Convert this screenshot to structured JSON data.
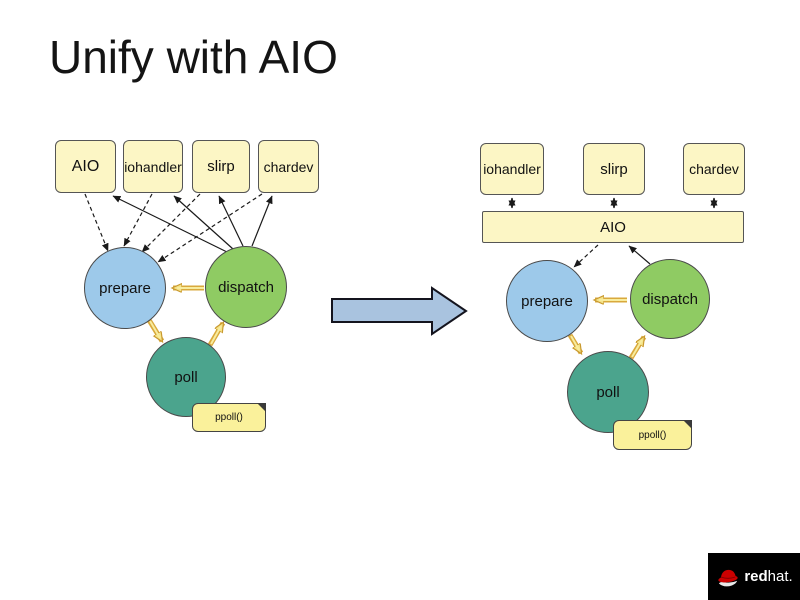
{
  "slide": {
    "title": "Unify with AIO",
    "background": "#ffffff"
  },
  "left_diagram": {
    "boxes": [
      {
        "label": "AIO"
      },
      {
        "label": "iohandler"
      },
      {
        "label": "slirp"
      },
      {
        "label": "chardev"
      }
    ],
    "nodes": {
      "prepare": "prepare",
      "dispatch": "dispatch",
      "poll": "poll"
    },
    "note": "ppoll()",
    "edges": [
      {
        "from": "AIO",
        "to": "prepare",
        "style": "dashed-black"
      },
      {
        "from": "iohandler",
        "to": "prepare",
        "style": "dashed-black"
      },
      {
        "from": "slirp",
        "to": "prepare",
        "style": "dashed-black"
      },
      {
        "from": "chardev",
        "to": "prepare",
        "style": "dashed-black"
      },
      {
        "from": "dispatch",
        "to": "AIO",
        "style": "solid-black"
      },
      {
        "from": "dispatch",
        "to": "iohandler",
        "style": "solid-black"
      },
      {
        "from": "dispatch",
        "to": "slirp",
        "style": "solid-black"
      },
      {
        "from": "dispatch",
        "to": "chardev",
        "style": "solid-black"
      },
      {
        "from": "dispatch",
        "to": "prepare",
        "style": "yellow"
      },
      {
        "from": "prepare",
        "to": "poll",
        "style": "yellow"
      },
      {
        "from": "poll",
        "to": "dispatch",
        "style": "yellow"
      }
    ]
  },
  "transition_arrow": {
    "direction": "right"
  },
  "right_diagram": {
    "boxes": [
      {
        "label": "iohandler"
      },
      {
        "label": "slirp"
      },
      {
        "label": "chardev"
      }
    ],
    "aio_bar": "AIO",
    "nodes": {
      "prepare": "prepare",
      "dispatch": "dispatch",
      "poll": "poll"
    },
    "note": "ppoll()",
    "edges": [
      {
        "from": "iohandler",
        "to": "AIO",
        "style": "double-black"
      },
      {
        "from": "slirp",
        "to": "AIO",
        "style": "double-black"
      },
      {
        "from": "chardev",
        "to": "AIO",
        "style": "double-black"
      },
      {
        "from": "AIO",
        "to": "prepare",
        "style": "dashed-black"
      },
      {
        "from": "dispatch",
        "to": "AIO",
        "style": "solid-black"
      },
      {
        "from": "dispatch",
        "to": "prepare",
        "style": "yellow"
      },
      {
        "from": "prepare",
        "to": "poll",
        "style": "yellow"
      },
      {
        "from": "poll",
        "to": "dispatch",
        "style": "yellow"
      }
    ]
  },
  "logo": {
    "bold": "red",
    "regular": "hat",
    "period": "."
  },
  "colors": {
    "box_fill": "#FCF6C5",
    "note_fill": "#FAF19B",
    "prepare_fill": "#9DC9EA",
    "dispatch_fill": "#8FCB63",
    "poll_fill": "#4BA48D",
    "yellow_arrow": "#D9A93C",
    "black_arrow": "#1a1a1a",
    "big_arrow_fill": "#A9C3DF",
    "logo_red": "#CC0000",
    "logo_bg": "#000000"
  }
}
